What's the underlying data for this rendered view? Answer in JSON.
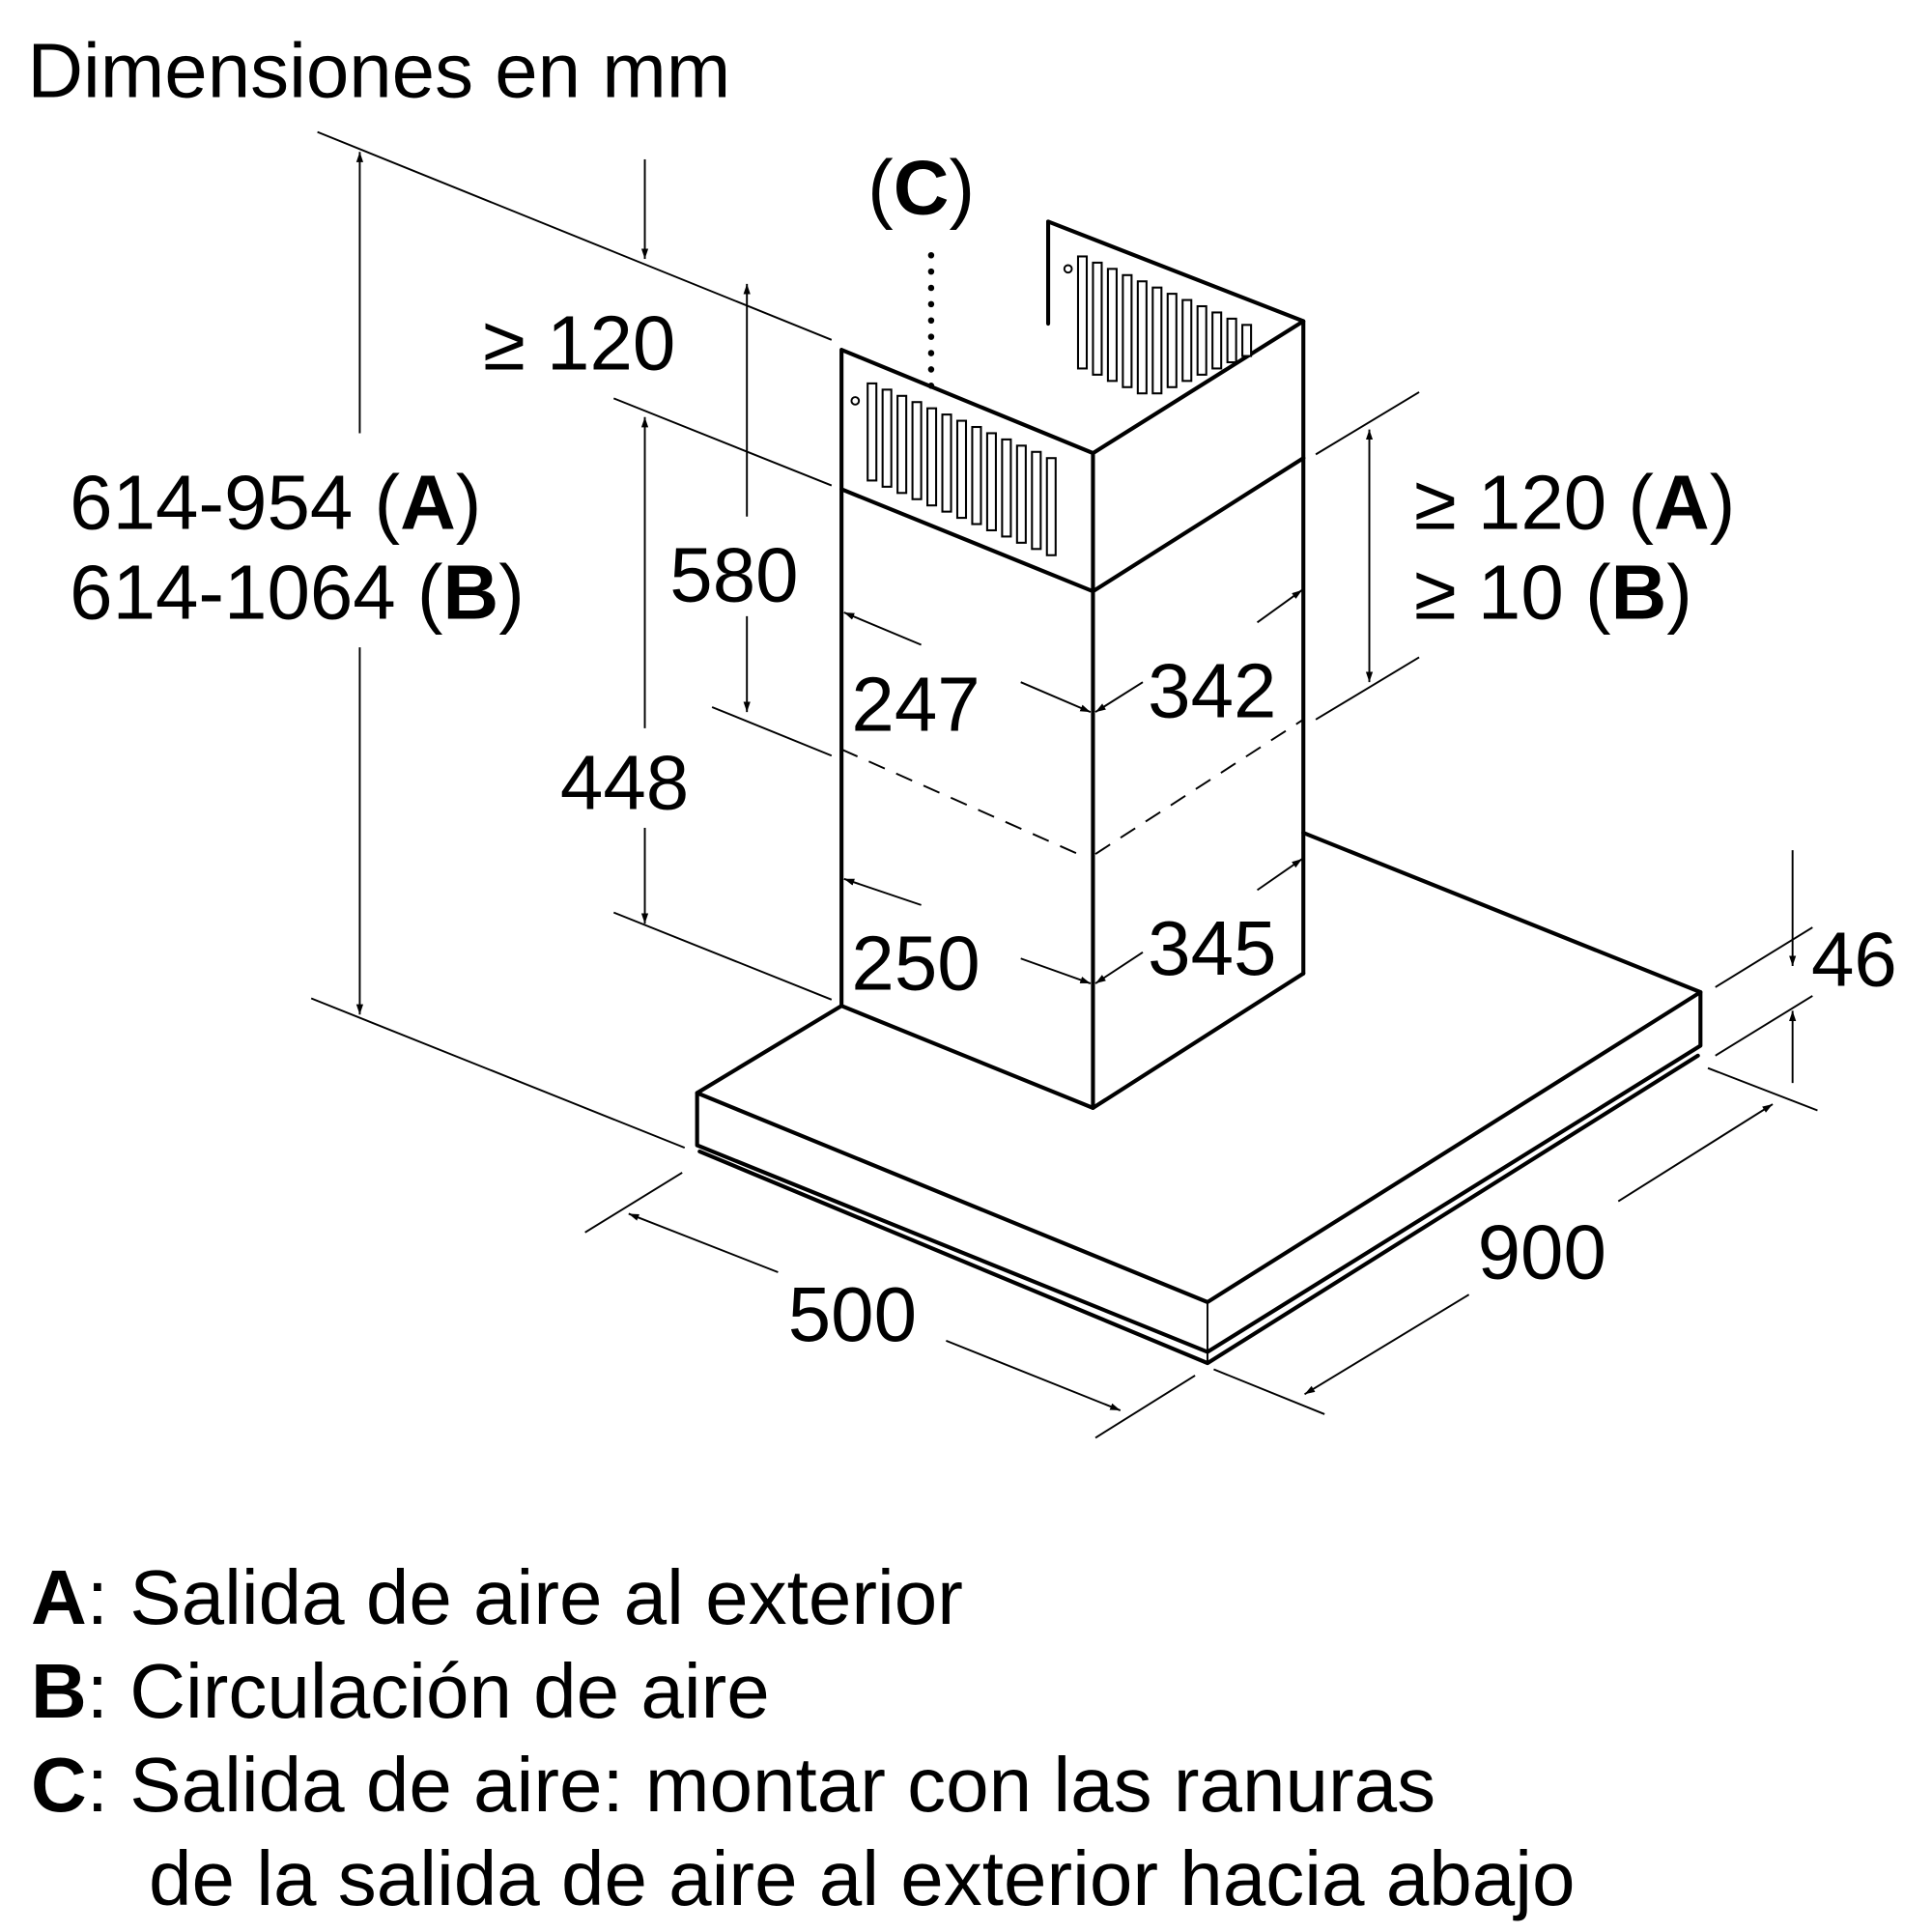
{
  "title": "Dimensiones en mm",
  "diagram": {
    "subject": "Campana extractora de pared (vista isométrica)",
    "labels": {
      "c_marker": "C",
      "height_total_a": "614-954",
      "height_total_a_key": "A",
      "height_total_b": "614-1064",
      "height_total_b_key": "B",
      "top_clearance": "≥ 120",
      "chimney_upper": "580",
      "chimney_lower": "448",
      "depth_upper": "247",
      "width_upper": "342",
      "depth_lower": "250",
      "width_lower": "345",
      "clearance_a": "≥ 120",
      "clearance_a_key": "A",
      "clearance_b": "≥ 10",
      "clearance_b_key": "B",
      "canopy_height": "46",
      "canopy_depth": "500",
      "canopy_width": "900"
    }
  },
  "legend": [
    {
      "key": "A",
      "text": "Salida de aire al exterior"
    },
    {
      "key": "B",
      "text": "Circulación de aire"
    },
    {
      "key": "C",
      "text": "Salida de aire: montar con las ranuras",
      "continuation": "de la salida de aire al exterior hacia abajo"
    }
  ]
}
